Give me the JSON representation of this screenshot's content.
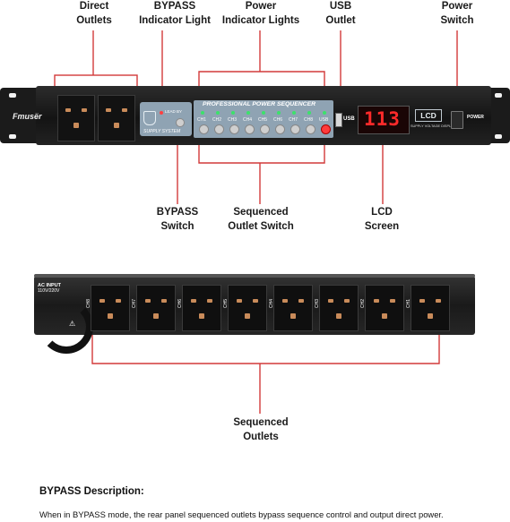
{
  "callouts": {
    "direct_outlets": "Direct\nOutlets",
    "bypass_indicator": "BYPASS\nIndicator Light",
    "power_indicators": "Power\nIndicator Lights",
    "usb_outlet": "USB\nOutlet",
    "power_switch": "Power\nSwitch",
    "bypass_switch": "BYPASS\nSwitch",
    "sequenced_outlet_switch": "Sequenced\nOutlet Switch",
    "lcd_screen": "LCD\nScreen",
    "sequenced_outlets": "Sequenced\nOutlets"
  },
  "front_panel": {
    "brand": "Fmusër",
    "sequencer_title": "PROFESSIONAL POWER SEQUENCER",
    "bypass_small": "LEAD BY",
    "supply_system": "SUPPLY SYSTEM",
    "channels": [
      "CH1",
      "CH2",
      "CH3",
      "CH4",
      "CH5",
      "CH6",
      "CH7",
      "CH8",
      "USB"
    ],
    "usb_label": "USB",
    "display_value": "113",
    "lcd_label": "LCD",
    "lcd_sub": "SUPPLY VOLTAGE DISPLAY",
    "power_label": "POWER"
  },
  "rear_panel": {
    "ac_input": "AC INPUT",
    "ac_rating": "110V/220V",
    "channels": [
      "CH8",
      "CH7",
      "CH6",
      "CH5",
      "CH4",
      "CH3",
      "CH2",
      "CH1"
    ]
  },
  "description": {
    "title": "BYPASS Description:",
    "text": "When in BYPASS mode, the rear panel sequenced outlets bypass sequence control and output direct power."
  },
  "colors": {
    "callout_line": "#d23a3a",
    "display_digits": "#ff2a2a",
    "panel": "#1c1c1c"
  }
}
